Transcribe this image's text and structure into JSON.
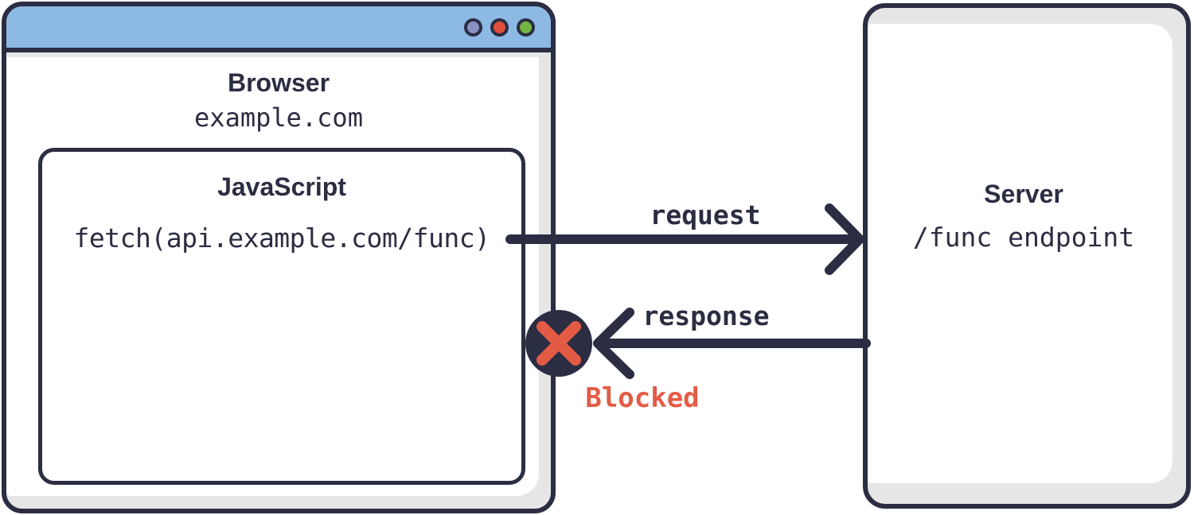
{
  "colors": {
    "navy": "#2b2d42",
    "titlebar_blue": "#8cbae4",
    "panel_gray": "#e6e6e6",
    "coral": "#e45b45",
    "dot_purple": "#8b90c4",
    "dot_red": "#de4f3c",
    "dot_green": "#74b542"
  },
  "browser": {
    "title": "Browser",
    "domain": "example.com",
    "javascript_box": {
      "title": "JavaScript",
      "code": "fetch(api.example.com/func)"
    }
  },
  "server": {
    "title": "Server",
    "endpoint": "/func endpoint"
  },
  "arrows": {
    "request_label": "request",
    "response_label": "response",
    "blocked_label": "Blocked"
  }
}
